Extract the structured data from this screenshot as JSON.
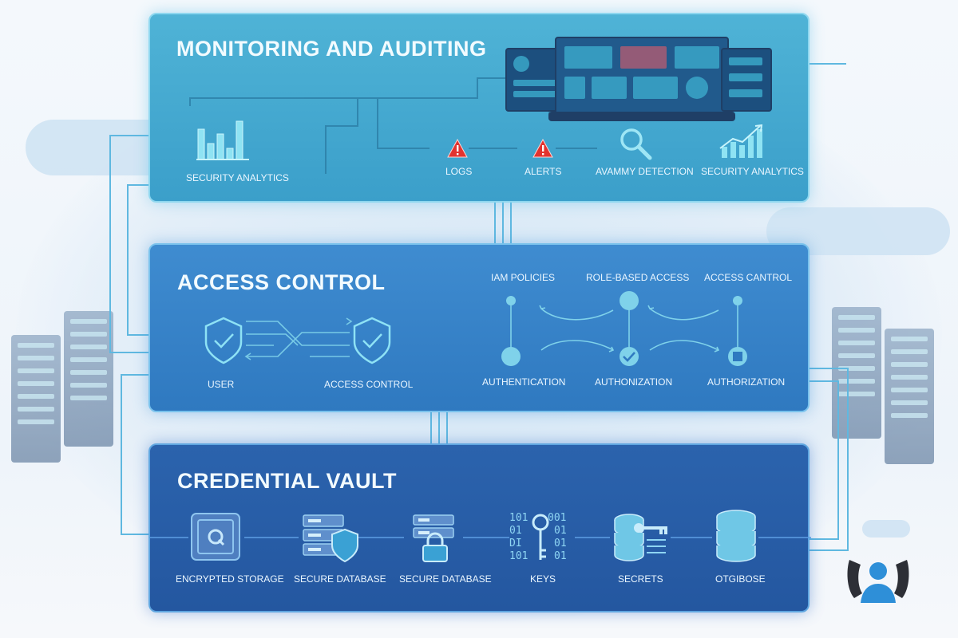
{
  "diagram": {
    "monitoring": {
      "title": "MONITORING AND AUDITING",
      "items": {
        "analytics_left": "SECURITY ANALYTICS",
        "logs": "LOGS",
        "alerts": "ALERTS",
        "anomaly": "AVAMMY DETECTION",
        "analytics_right": "SECURITY ANALYTICS"
      }
    },
    "access": {
      "title": "ACCESS CONTROL",
      "left": {
        "user": "USER",
        "access_control": "ACCESS CONTROL"
      },
      "right": {
        "iam_policies": "IAM POLICIES",
        "role_based": "ROLE-BASED ACCESS",
        "access_control": "ACCESS CANTROL",
        "authentication": "AUTHENTICATION",
        "authorization_mid": "AUTHONIZATION",
        "authorization_right": "AUTHORIZATION"
      }
    },
    "vault": {
      "title": "CREDENTIAL VAULT",
      "items": {
        "encrypted_storage": "ENCRYPTED STORAGE",
        "secure_db_1": "SECURE DATABASE",
        "secure_db_2": "SECURE DATABASE",
        "keys": "KEYS",
        "secrets": "SECRETS",
        "database": "OTGIBOSE"
      },
      "binary": [
        "101",
        "001",
        "01",
        "01",
        "DI",
        "01",
        "101",
        "01"
      ]
    }
  },
  "colors": {
    "monitoring": "#3fa8cf",
    "access": "#3683c8",
    "vault": "#275ca6",
    "accent": "#7fd8ee",
    "alert": "#e2332f"
  },
  "icons": [
    "bar-chart-icon",
    "alert-triangle-icon",
    "magnifier-icon",
    "shield-check-icon",
    "safe-icon",
    "server-shield-icon",
    "server-lock-icon",
    "key-icon",
    "key-database-icon",
    "database-icon",
    "person-logo-icon"
  ]
}
